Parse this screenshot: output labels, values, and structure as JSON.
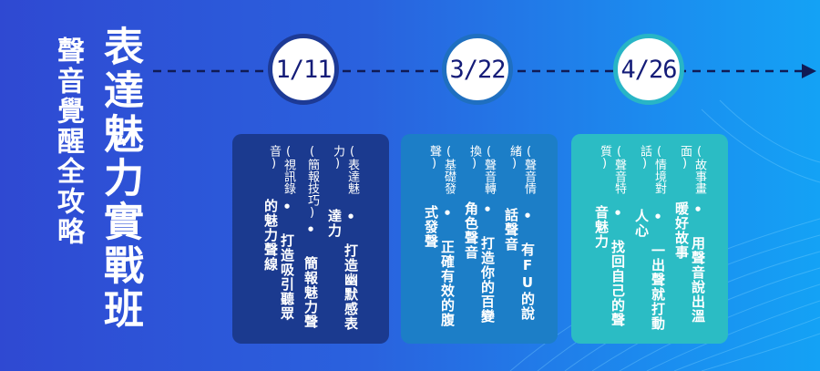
{
  "title": {
    "main": "表達魅力實戰班",
    "sub": "聲音覺醒全攻略"
  },
  "colors": {
    "background_start": "#2f49d2",
    "background_end": "#14a2f5",
    "card1": "#1b3a8f",
    "card2": "#1c7ec7",
    "card3": "#2bbcc4",
    "circle_text": "#141c78",
    "timeline": "#101b55"
  },
  "sessions": [
    {
      "date": "1/11",
      "items": [
        {
          "tag": "(表達魅力)",
          "text": "• 打造幽默感表達力"
        },
        {
          "tag": "(簡報技巧)",
          "text": "• 簡報魅力聲"
        },
        {
          "tag": "(視訊錄音)",
          "text": "• 打造吸引聽眾的魅力聲線"
        }
      ]
    },
    {
      "date": "3/22",
      "items": [
        {
          "tag": "(聲音情緒)",
          "text": "• 有FU的說話聲音"
        },
        {
          "tag": "(聲音轉換)",
          "text": "• 打造你的百變角色聲音"
        },
        {
          "tag": "(基礎發聲)",
          "text": "• 正確有效的腹式發聲"
        }
      ]
    },
    {
      "date": "4/26",
      "items": [
        {
          "tag": "(故事畫面)",
          "text": "• 用聲音說出溫暖好故事"
        },
        {
          "tag": "(情境對話)",
          "text": "• 一出聲就打動人心"
        },
        {
          "tag": "(聲音特質)",
          "text": "• 找回自己的聲音魅力"
        }
      ]
    }
  ]
}
